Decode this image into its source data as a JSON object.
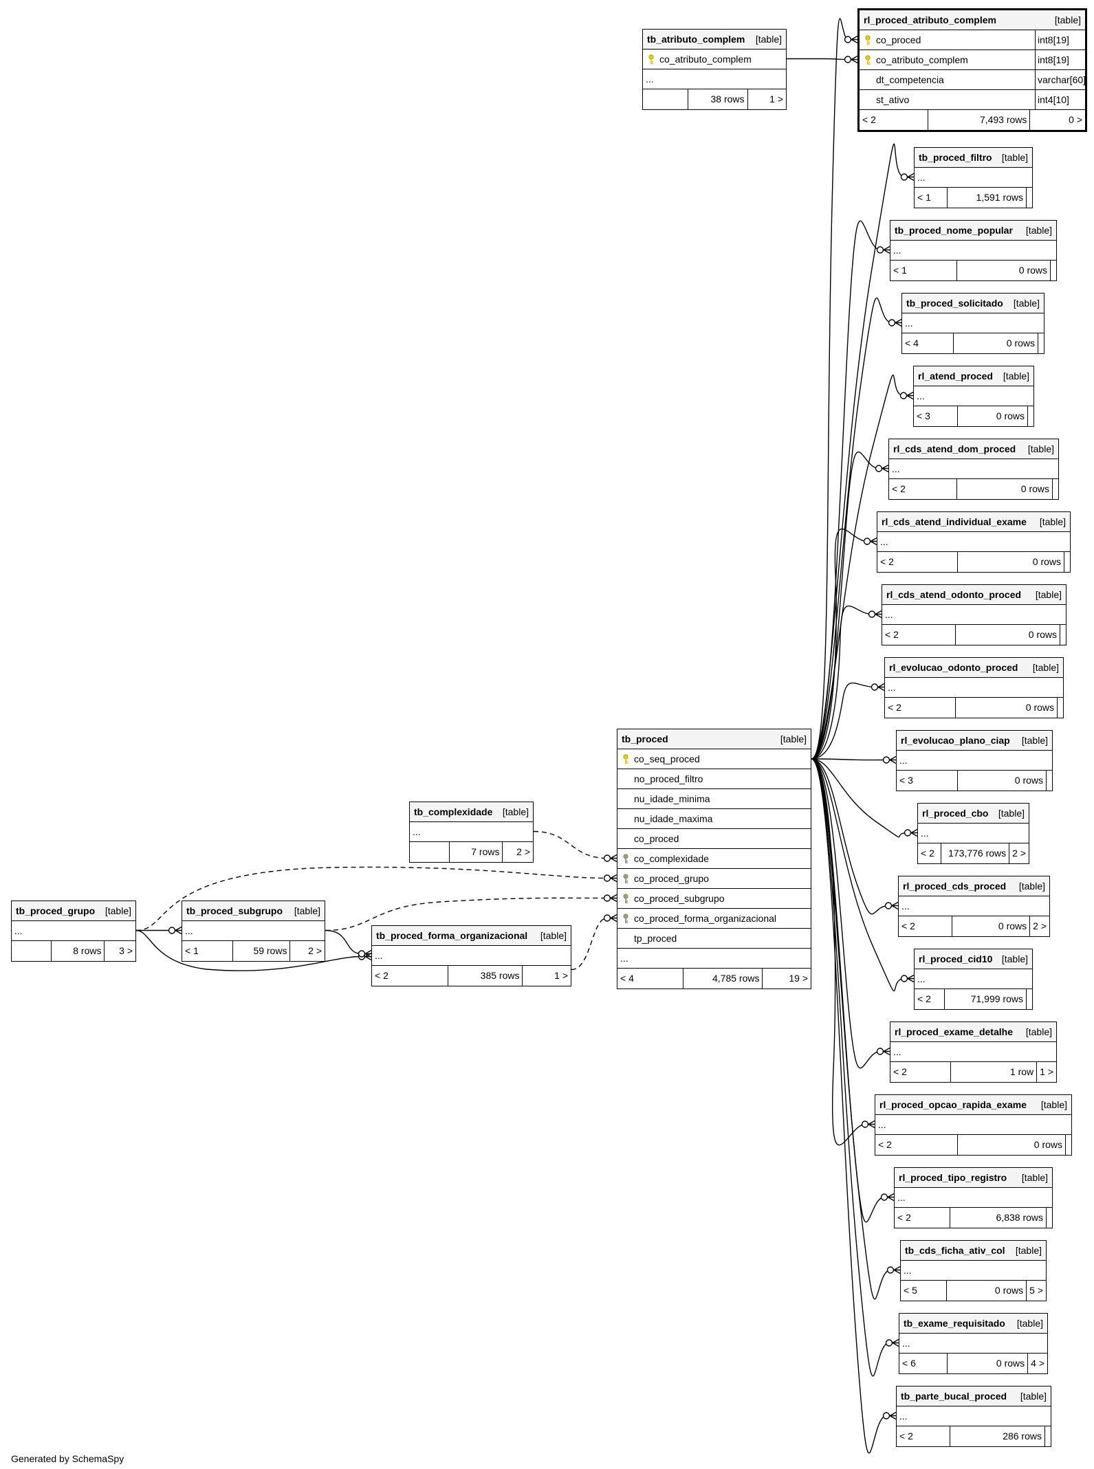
{
  "footer": "Generated by SchemaSpy",
  "colors": {
    "primary_key_icon": "#e2d400",
    "foreign_key_icon": "#9a9a9a",
    "line": "#000000",
    "header_bg": "#f4f4f4"
  },
  "tables": [
    {
      "name": "tb_atributo_complem",
      "type": "[table]",
      "columns": [
        {
          "name": "co_atributo_complem",
          "key": "pk"
        }
      ],
      "ellipsis": "...",
      "footer": [
        "",
        "38 rows",
        "1 >"
      ]
    },
    {
      "name": "rl_proced_atributo_complem",
      "type": "[table]",
      "focus": true,
      "columns": [
        {
          "name": "co_proced",
          "key": "pk",
          "datatype": "int8[19]"
        },
        {
          "name": "co_atributo_complem",
          "key": "pk",
          "datatype": "int8[19]"
        },
        {
          "name": "dt_competencia",
          "key": "",
          "datatype": "varchar[60]"
        },
        {
          "name": "st_ativo",
          "key": "",
          "datatype": "int4[10]"
        }
      ],
      "footer": [
        "< 2",
        "7,493 rows",
        "0 >"
      ]
    },
    {
      "name": "tb_proced_filtro",
      "type": "[table]",
      "ellipsis": "...",
      "footer": [
        "< 1",
        "1,591 rows",
        ""
      ]
    },
    {
      "name": "tb_proced_nome_popular",
      "type": "[table]",
      "ellipsis": "...",
      "footer": [
        "< 1",
        "0 rows",
        ""
      ]
    },
    {
      "name": "tb_proced_solicitado",
      "type": "[table]",
      "ellipsis": "...",
      "footer": [
        "< 4",
        "0 rows",
        ""
      ]
    },
    {
      "name": "rl_atend_proced",
      "type": "[table]",
      "ellipsis": "...",
      "footer": [
        "< 3",
        "0 rows",
        ""
      ]
    },
    {
      "name": "rl_cds_atend_dom_proced",
      "type": "[table]",
      "ellipsis": "...",
      "footer": [
        "< 2",
        "0 rows",
        ""
      ]
    },
    {
      "name": "rl_cds_atend_individual_exame",
      "type": "[table]",
      "ellipsis": "...",
      "footer": [
        "< 2",
        "0 rows",
        ""
      ]
    },
    {
      "name": "rl_cds_atend_odonto_proced",
      "type": "[table]",
      "ellipsis": "...",
      "footer": [
        "< 2",
        "0 rows",
        ""
      ]
    },
    {
      "name": "rl_evolucao_odonto_proced",
      "type": "[table]",
      "ellipsis": "...",
      "footer": [
        "< 2",
        "0 rows",
        ""
      ]
    },
    {
      "name": "rl_evolucao_plano_ciap",
      "type": "[table]",
      "ellipsis": "...",
      "footer": [
        "< 3",
        "0 rows",
        ""
      ]
    },
    {
      "name": "rl_proced_cbo",
      "type": "[table]",
      "ellipsis": "...",
      "footer": [
        "< 2",
        "173,776 rows",
        "2 >"
      ]
    },
    {
      "name": "rl_proced_cds_proced",
      "type": "[table]",
      "ellipsis": "...",
      "footer": [
        "< 2",
        "0 rows",
        "2 >"
      ]
    },
    {
      "name": "rl_proced_cid10",
      "type": "[table]",
      "ellipsis": "...",
      "footer": [
        "< 2",
        "71,999 rows",
        ""
      ]
    },
    {
      "name": "rl_proced_exame_detalhe",
      "type": "[table]",
      "ellipsis": "...",
      "footer": [
        "< 2",
        "1 row",
        "1 >"
      ]
    },
    {
      "name": "rl_proced_opcao_rapida_exame",
      "type": "[table]",
      "ellipsis": "...",
      "footer": [
        "< 2",
        "0 rows",
        ""
      ]
    },
    {
      "name": "rl_proced_tipo_registro",
      "type": "[table]",
      "ellipsis": "...",
      "footer": [
        "< 2",
        "6,838 rows",
        ""
      ]
    },
    {
      "name": "tb_cds_ficha_ativ_col",
      "type": "[table]",
      "ellipsis": "...",
      "footer": [
        "< 5",
        "0 rows",
        "5 >"
      ]
    },
    {
      "name": "tb_exame_requisitado",
      "type": "[table]",
      "ellipsis": "...",
      "footer": [
        "< 6",
        "0 rows",
        "4 >"
      ]
    },
    {
      "name": "tb_parte_bucal_proced",
      "type": "[table]",
      "ellipsis": "...",
      "footer": [
        "< 2",
        "286 rows",
        ""
      ]
    },
    {
      "name": "tb_proced",
      "type": "[table]",
      "columns": [
        {
          "name": "co_seq_proced",
          "key": "pk"
        },
        {
          "name": "no_proced_filtro",
          "key": ""
        },
        {
          "name": "nu_idade_minima",
          "key": ""
        },
        {
          "name": "nu_idade_maxima",
          "key": ""
        },
        {
          "name": "co_proced",
          "key": ""
        },
        {
          "name": "co_complexidade",
          "key": "fk"
        },
        {
          "name": "co_proced_grupo",
          "key": "fk"
        },
        {
          "name": "co_proced_subgrupo",
          "key": "fk"
        },
        {
          "name": "co_proced_forma_organizacional",
          "key": "fk"
        },
        {
          "name": "tp_proced",
          "key": ""
        }
      ],
      "ellipsis": "...",
      "footer": [
        "< 4",
        "4,785 rows",
        "19 >"
      ]
    },
    {
      "name": "tb_complexidade",
      "type": "[table]",
      "ellipsis": "...",
      "footer": [
        "",
        "7 rows",
        "2 >"
      ]
    },
    {
      "name": "tb_proced_grupo",
      "type": "[table]",
      "ellipsis": "...",
      "footer": [
        "",
        "8 rows",
        "3 >"
      ]
    },
    {
      "name": "tb_proced_subgrupo",
      "type": "[table]",
      "ellipsis": "...",
      "footer": [
        "< 1",
        "59 rows",
        "2 >"
      ]
    },
    {
      "name": "tb_proced_forma_organizacional",
      "type": "[table]",
      "ellipsis": "...",
      "footer": [
        "< 2",
        "385 rows",
        "1 >"
      ]
    }
  ]
}
